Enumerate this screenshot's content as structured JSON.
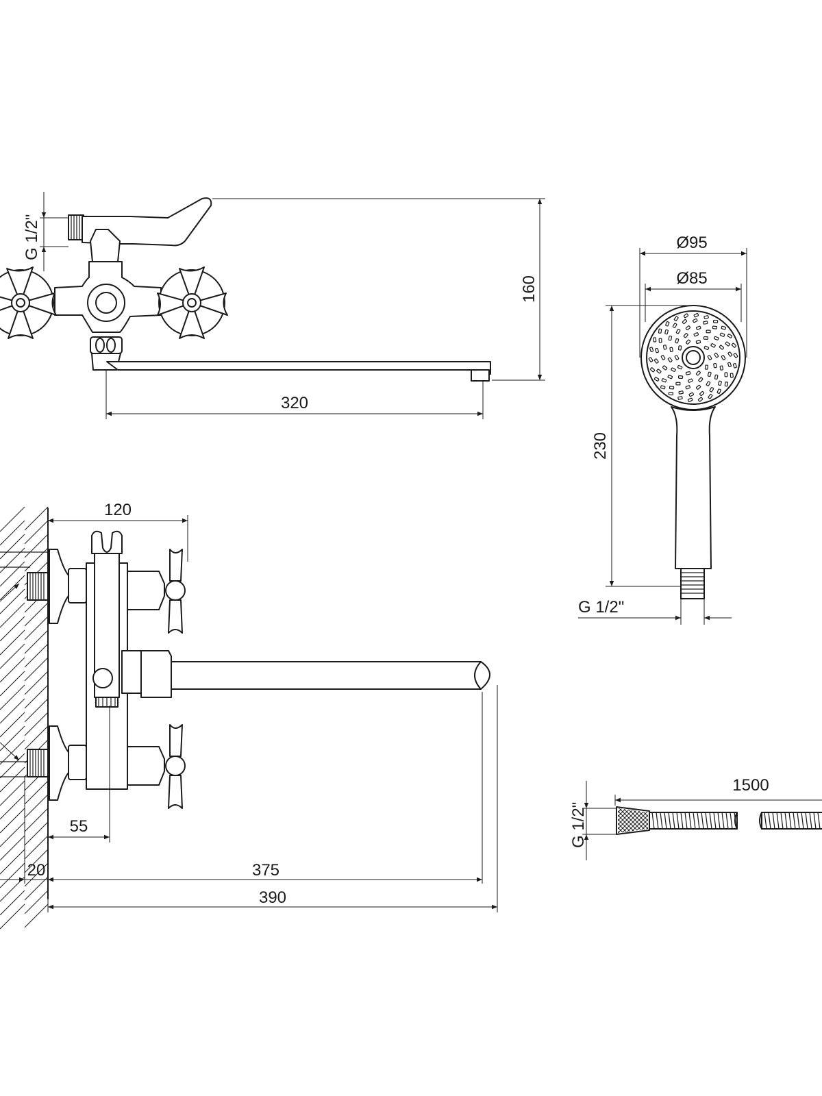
{
  "dimensions": {
    "front_inlet_thread": "G 1/2\"",
    "front_height": "160",
    "front_spout_reach": "320",
    "head_outer_diameter": "Ø95",
    "head_inner_diameter": "Ø85",
    "handshower_length": "230",
    "handshower_thread": "G 1/2\"",
    "top_width": "120",
    "top_offset": "55",
    "wall_offset": "20",
    "spout_length": "375",
    "total_length": "390",
    "hose_length": "1500",
    "hose_thread": "G 1/2\""
  }
}
